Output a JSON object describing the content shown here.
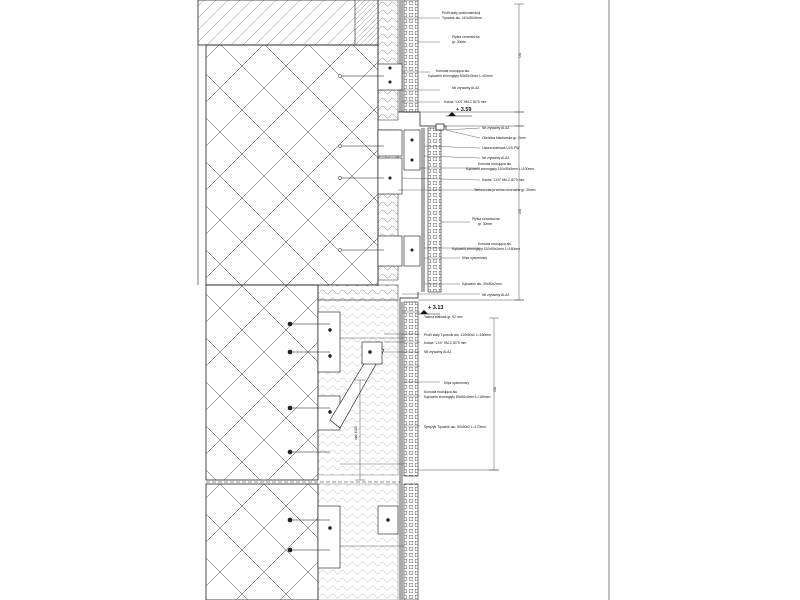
{
  "labels": [
    "Profil stały podkonstrukcji",
    "Tęownik alu. 110x50x2mm",
    "Płytka ceramiczna",
    "gr. 30mm",
    "Konsola mocująca alu.",
    "Kątownik zimnogięty 60x50x3mm L=60mm",
    "Nit zrywalny Al-A2",
    "Kotwa \"LXX\" fiM-C 8/70 mm",
    "Nit zrywalny Al-A2",
    "Obróbka blacharska gr. 2mm",
    "Listwa startowa ULS-PW",
    "Nit zrywalny Al-A2",
    "Konsola mocująca alu.",
    "Kątownik zimnogięty 110x50x3mm L=100mm",
    "Kotwa \"LXX\" fiM-C 8/70 mm",
    "Termoizolacja wełna mineralna gr. 30mm",
    "Płytka ceramiczna",
    "gr. 30mm",
    "Konsola mocująca alu.",
    "Kątownik zimnogięty 110x50x2mm L=160mm",
    "Klips systemowy",
    "Kątownik alu. 30x50x2mm",
    "Nit zrywalny Al-A2",
    "Taśma stalowa gr. 52 mm",
    "Profil stały Tęownik alu. 110x50x2 L=180mm",
    "Kotwa \"LXX\" fiM-C 8/70 mm",
    "Nit zrywalny Al-A2",
    "Klips systemowy",
    "Konsola mocująca alu.",
    "Kątownik zimnogięty 80x50x3mm L=180mm",
    "Sprężyk Tęownik alu. 50x50x2 L=170mm"
  ],
  "levels": {
    "upper": "+ 3.59",
    "lower": "+ 3.13"
  },
  "dimensions": {
    "right_a": "150",
    "right_b": "200",
    "right_c": "100",
    "right_d": "100",
    "vertical": "max 1000"
  }
}
